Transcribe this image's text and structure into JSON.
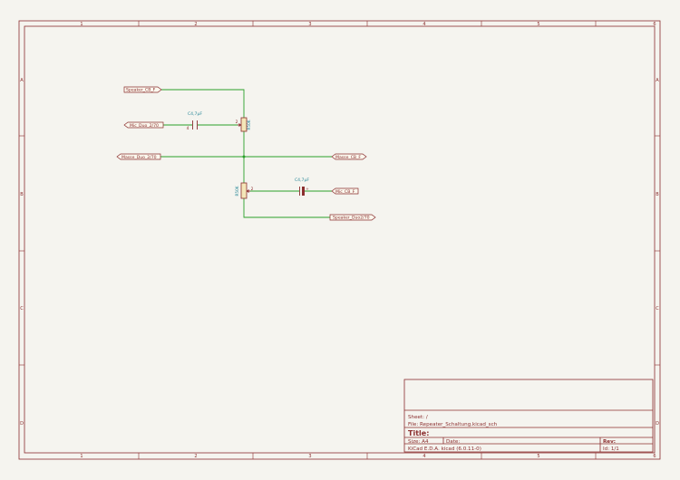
{
  "frame": {
    "columns": [
      "1",
      "2",
      "3",
      "4",
      "5",
      "6"
    ],
    "rows": [
      "A",
      "B",
      "C",
      "D"
    ]
  },
  "labels": {
    "speaker_cb_f": "Speaker_CB_F",
    "mic_duo_2_70": "Mic_Duo_2/70",
    "masse_duo_2_70": "Masse_Duo_2/70",
    "masse_cb_f": "Masse_CB_F",
    "mic_cb_f": "Mic_CB_F",
    "speaker_duo_2_70": "Speaker_Duo2/70"
  },
  "components": {
    "c_top": {
      "value": "C4,7µF",
      "pin": "4"
    },
    "c_bottom": {
      "value": "C4,7µF",
      "pin": "+"
    },
    "r_top": {
      "ref": "R50K",
      "pin": "2"
    },
    "r_bottom": {
      "ref": "R50K",
      "pin": "2"
    }
  },
  "title_block": {
    "sheet": "Sheet: /",
    "file": "File: Repeater_Schaltung.kicad_sch",
    "title": "Title:",
    "size": "Size: A4",
    "date": "Date:",
    "rev": "Rev:",
    "tool": "KiCad E.D.A.  kicad (6.0.11-0)",
    "id": "Id: 1/1"
  }
}
